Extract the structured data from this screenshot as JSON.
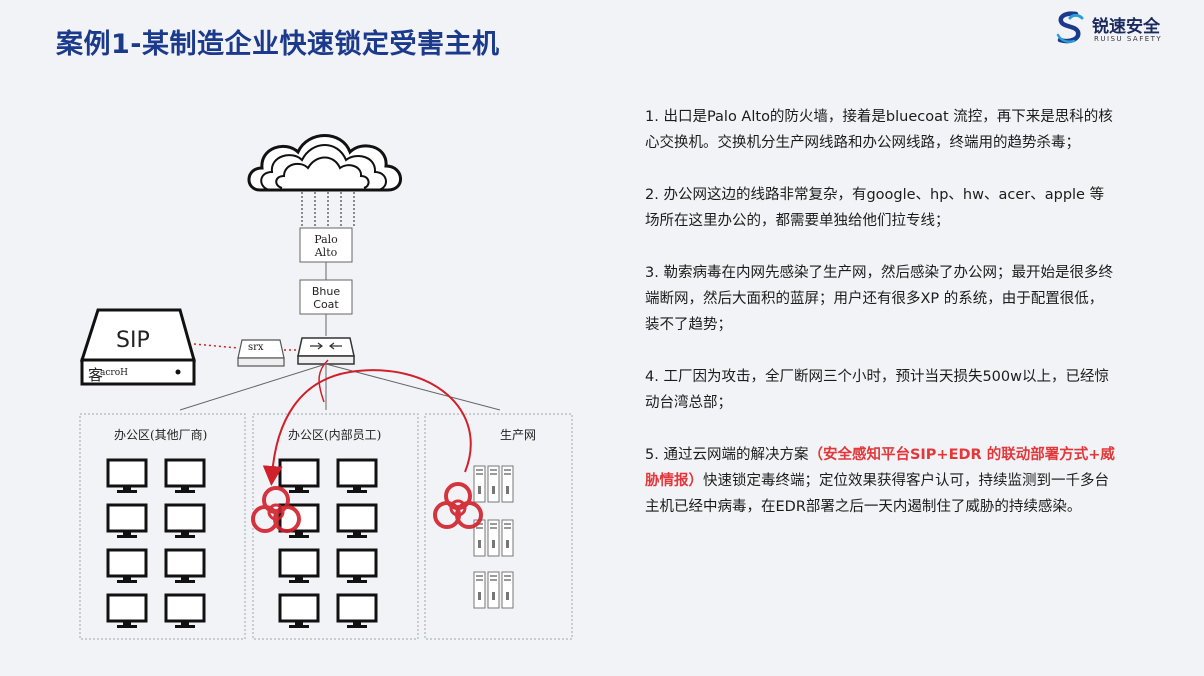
{
  "title": "案例1-某制造企业快速锁定受害主机",
  "logo": {
    "name": "锐速安全",
    "sub": "RUISU SAFETY"
  },
  "diagram": {
    "palo": [
      "Palo",
      "Alto"
    ],
    "bluecoat": [
      "Bhue",
      "Coat"
    ],
    "sip": "SIP",
    "sip_tag": "acroH",
    "sip_overlay": "客",
    "srx": "srx",
    "zones": [
      "办公区(其他厂商)",
      "办公区(内部员工)",
      "生产网"
    ]
  },
  "notes": {
    "p1": "1. 出口是Palo  Alto的防火墙，接着是bluecoat 流控，再下来是思科的核心交换机。交换机分生产网线路和办公网线路，终端用的趋势杀毒；",
    "p2": "2. 办公网这边的线路非常复杂，有google、hp、hw、acer、apple 等场所在这里办公的，都需要单独给他们拉专线；",
    "p3": "3. 勒索病毒在内网先感染了生产网，然后感染了办公网；最开始是很多终端断网，然后大面积的蓝屏；用户还有很多XP 的系统，由于配置很低，装不了趋势；",
    "p4": "4. 工厂因为攻击，全厂断网三个小时，预计当天损失500w以上，已经惊动台湾总部；",
    "p5_a": "5. 通过云网端的解决方案",
    "p5_red": "（安全感知平台SIP+EDR  的联动部署方式+威胁情报）",
    "p5_b": "快速锁定毒终端；定位效果获得客户认可，持续监测到一千多台主机已经中病毒，在EDR部署之后一天内遏制住了威胁的持续感染。"
  }
}
